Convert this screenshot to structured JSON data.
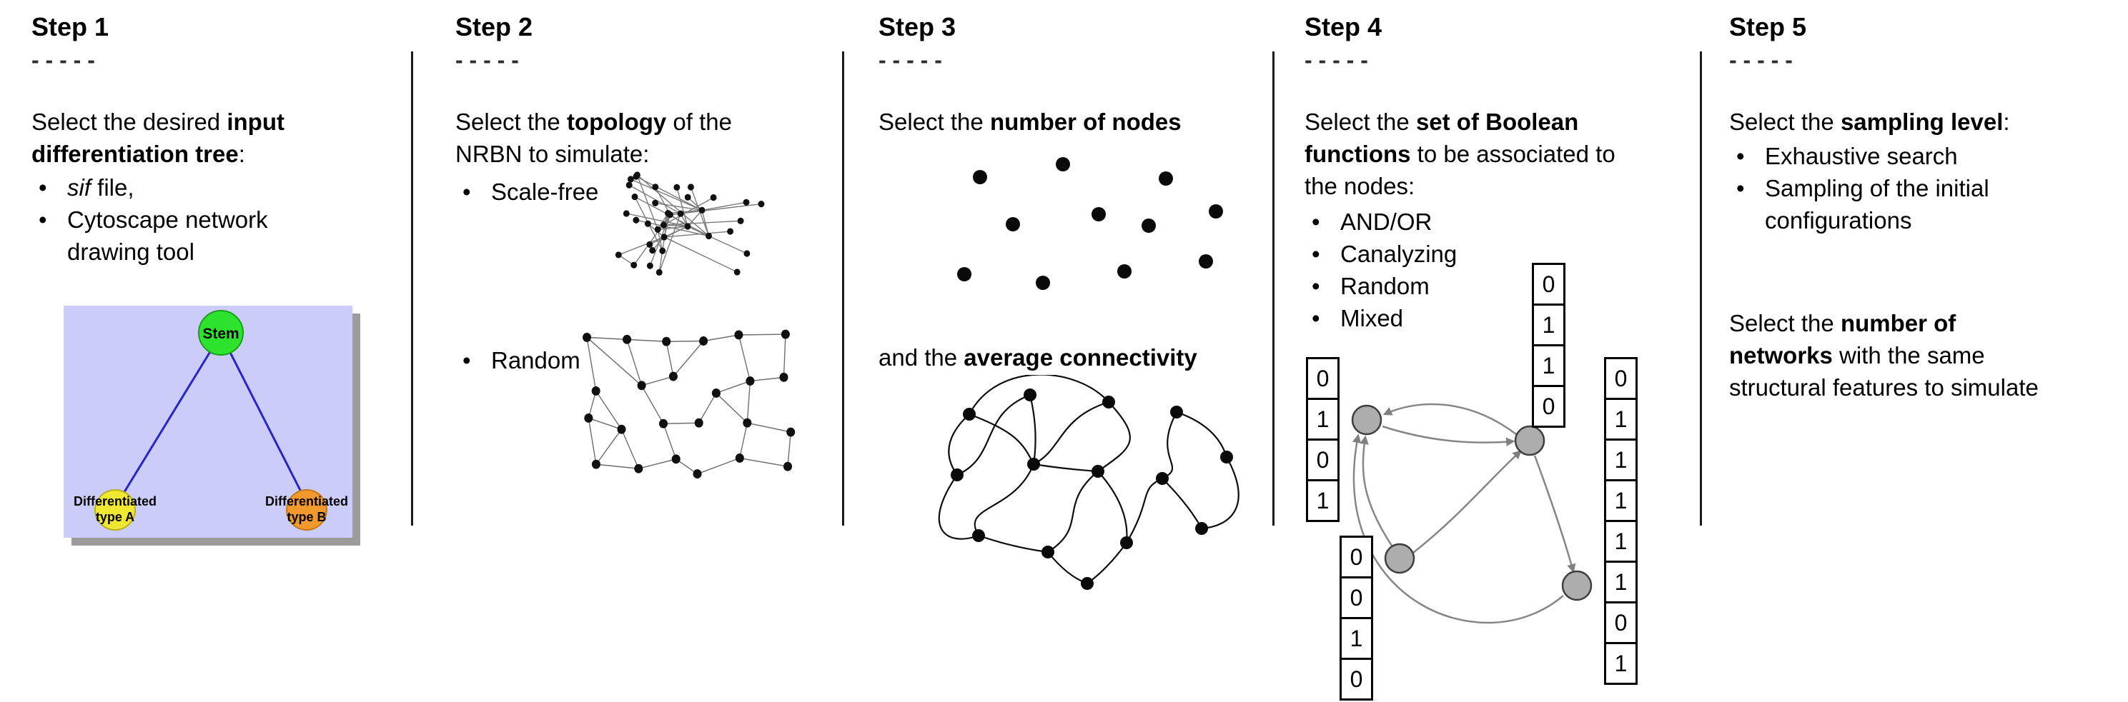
{
  "figure": {
    "background": "#ffffff",
    "divider_color": "#1a1a1a"
  },
  "steps": [
    {
      "title": "Step 1",
      "dashes": "- - - - -",
      "line1_pre": "Select the desired ",
      "line1_bold": "input",
      "line2_bold": "differentiation tree",
      "line2_post": ":",
      "bullet1_italic": "sif",
      "bullet1_rest": " file,",
      "bullet2": "Cytoscape network drawing tool",
      "tree": {
        "stem_label": "Stem",
        "type_a_line1": "Differentiated",
        "type_a_line2": "type A",
        "type_b_line1": "Differentiated",
        "type_b_line2": "type B",
        "stem_color": "#2ee32e",
        "type_a_color": "#f0e832",
        "type_b_color": "#f2992e",
        "panel_color": "#ccccfa",
        "edge_color": "#2525cc"
      }
    },
    {
      "title": "Step 2",
      "dashes": "- - - - -",
      "line1_pre": "Select the ",
      "line1_bold": "topology",
      "line1_post": " of the",
      "line2": "NRBN to simulate:",
      "bullets": [
        "Scale-free",
        "Random"
      ]
    },
    {
      "title": "Step 3",
      "dashes": "- - - - -",
      "line1_pre": "Select the ",
      "line1_bold": "number of nodes",
      "line2_pre": "and the ",
      "line2_bold": "average connectivity"
    },
    {
      "title": "Step 4",
      "dashes": "- - - - -",
      "line1_pre": "Select the ",
      "line1_bold": "set of Boolean",
      "line2_bold": "functions",
      "line2_post": " to be associated to",
      "line3": "the nodes:",
      "bullets": [
        "AND/OR",
        "Canalyzing",
        "Random",
        "Mixed"
      ],
      "truth_tables": {
        "left": [
          "0",
          "1",
          "0",
          "1"
        ],
        "top": [
          "0",
          "1",
          "1",
          "0"
        ],
        "bottom": [
          "0",
          "0",
          "1",
          "0"
        ],
        "right": [
          "0",
          "1",
          "1",
          "1",
          "1",
          "1",
          "0",
          "1"
        ]
      },
      "node_color": "#adadad"
    },
    {
      "title": "Step 5",
      "dashes": "- - - - -",
      "line1_pre": "Select the ",
      "line1_bold": "sampling level",
      "line1_post": ":",
      "bullets": [
        "Exhaustive search",
        "Sampling of the initial configurations"
      ],
      "para2_l1_pre": "Select the ",
      "para2_l1_bold": "number of",
      "para2_l2_bold": "networks",
      "para2_l2_rest": " with the same",
      "para2_l3": "structural features to simulate"
    }
  ]
}
